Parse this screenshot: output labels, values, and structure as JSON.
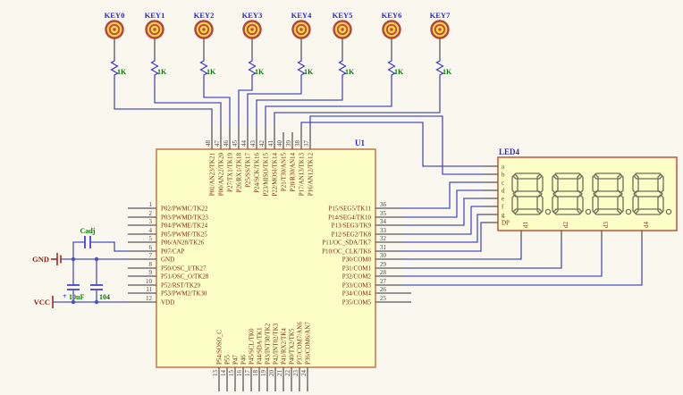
{
  "schematic": {
    "keys": [
      {
        "label": "KEY0",
        "resistor": "1K"
      },
      {
        "label": "KEY1",
        "resistor": "1K"
      },
      {
        "label": "KEY2",
        "resistor": "1K"
      },
      {
        "label": "KEY3",
        "resistor": "1K"
      },
      {
        "label": "KEY4",
        "resistor": "1K"
      },
      {
        "label": "KEY5",
        "resistor": "1K"
      },
      {
        "label": "KEY6",
        "resistor": "1K"
      },
      {
        "label": "KEY7",
        "resistor": "1K"
      }
    ],
    "ic": {
      "designator": "U1",
      "left_pins": [
        {
          "num": "1",
          "name": "P02/PWMC/TK22"
        },
        {
          "num": "2",
          "name": "P03/PWMD/TK23"
        },
        {
          "num": "3",
          "name": "P04/PWME/TK24"
        },
        {
          "num": "4",
          "name": "P05/PWMF/TK25"
        },
        {
          "num": "5",
          "name": "P06/AN28/TK26"
        },
        {
          "num": "6",
          "name": "P07/CAP"
        },
        {
          "num": "7",
          "name": "GND"
        },
        {
          "num": "8",
          "name": "P50/OSC_I/TK27"
        },
        {
          "num": "9",
          "name": "P51/OSC_O/TK28"
        },
        {
          "num": "10",
          "name": "P52/RST/TK29"
        },
        {
          "num": "11",
          "name": "P53/PWM2/TK30"
        },
        {
          "num": "12",
          "name": "VDD"
        }
      ],
      "right_pins": [
        {
          "num": "36",
          "name": "P15/SEG5/TK11"
        },
        {
          "num": "35",
          "name": "P14/SEG4/TK10"
        },
        {
          "num": "34",
          "name": "P13/SEG3/TK9"
        },
        {
          "num": "33",
          "name": "P12/SEG2/TK8"
        },
        {
          "num": "32",
          "name": "P11/OC_SDA/TK7"
        },
        {
          "num": "31",
          "name": "P10/OC_CLK/TK6"
        },
        {
          "num": "30",
          "name": "P30/COM0"
        },
        {
          "num": "29",
          "name": "P31/COM1"
        },
        {
          "num": "28",
          "name": "P32/COM2"
        },
        {
          "num": "27",
          "name": "P33/COM3"
        },
        {
          "num": "26",
          "name": "P34/COM4"
        },
        {
          "num": "25",
          "name": "P35/COM5"
        }
      ],
      "top_pins": [
        {
          "num": "48",
          "name": "P01/AN23/TK21"
        },
        {
          "num": "47",
          "name": "P00/AN22/TK20"
        },
        {
          "num": "46",
          "name": "P27/TX1/TK19"
        },
        {
          "num": "45",
          "name": "P26/RX1/TK18"
        },
        {
          "num": "44",
          "name": "P25/SS/TK17"
        },
        {
          "num": "43",
          "name": "P24/SCK/TK16"
        },
        {
          "num": "42",
          "name": "P23/MISO/TK15"
        },
        {
          "num": "41",
          "name": "P22/MOSI/TK14"
        },
        {
          "num": "40",
          "name": "P21/T30/AN15"
        },
        {
          "num": "39",
          "name": "P20/R30/AN14"
        },
        {
          "num": "38",
          "name": "P17/AN13/TK13"
        },
        {
          "num": "37",
          "name": "P16/AN12/TK12"
        }
      ],
      "bottom_pins": [
        {
          "num": "13",
          "name": "P54/SOSO_C"
        },
        {
          "num": "14",
          "name": "P55"
        },
        {
          "num": "15",
          "name": "P47"
        },
        {
          "num": "16",
          "name": "P46"
        },
        {
          "num": "17",
          "name": "P45/SCL/TK0"
        },
        {
          "num": "18",
          "name": "P44/SDA/TK1"
        },
        {
          "num": "19",
          "name": "P43/INT30/TK2"
        },
        {
          "num": "20",
          "name": "P42/INT02/TK3"
        },
        {
          "num": "21",
          "name": "P41/RX2/TK4"
        },
        {
          "num": "22",
          "name": "P40/TX2/TK5"
        },
        {
          "num": "23",
          "name": "P37/COM7/AN6"
        },
        {
          "num": "24",
          "name": "P36/COM6/AN7"
        }
      ]
    },
    "display": {
      "designator": "LED4",
      "segment_pins": [
        "a",
        "b",
        "c",
        "d",
        "e",
        "f",
        "g",
        "DP"
      ],
      "digit_pins": [
        "d1",
        "d2",
        "d3",
        "d4"
      ]
    },
    "power": {
      "gnd": "GND",
      "vcc": "VCC",
      "cap_adj_label": "Cadj",
      "cap_polar_label": "10uF",
      "cap_polar_plus": "+",
      "cap_ceramic_label": "104"
    },
    "colors": {
      "wire": "#4a50c0",
      "component_fill": "#fdfdc8",
      "component_border": "#c1764f",
      "pin_text": "#7b2d10",
      "label_blue": "#2a2ac8",
      "value_green": "#0a7a0a",
      "power_red": "#9b1b10"
    }
  }
}
